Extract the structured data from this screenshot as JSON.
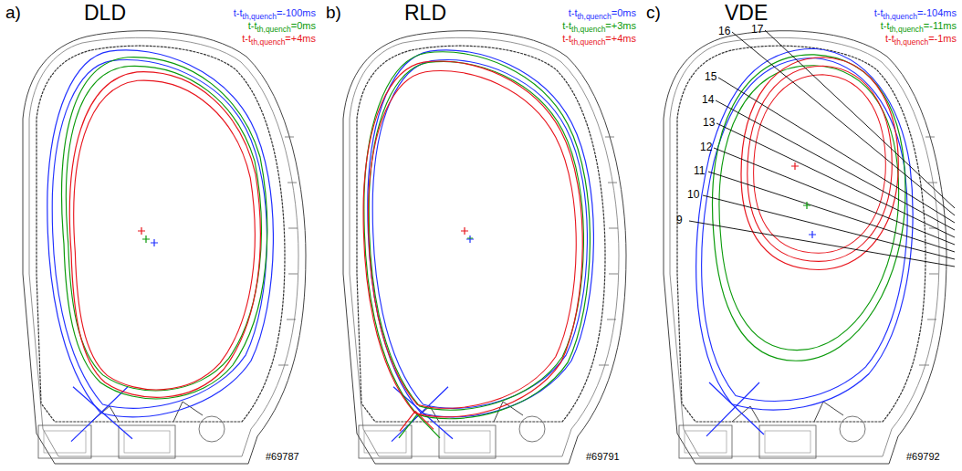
{
  "diagram": {
    "labels": [
      "a)",
      "DLD",
      "t-t",
      "th,quench",
      "=-100ms",
      "t-t",
      "th,quench",
      "=0ms",
      "t-t",
      "th,quench",
      "=+4ms",
      "#69787",
      "b)",
      "RLD",
      "t-t",
      "th,quench",
      "=0ms",
      "t-t",
      "th,quench",
      "=+3ms",
      "t-t",
      "th,quench",
      "=+4ms",
      "#69791",
      "c)",
      "VDE",
      "t-t",
      "th,quench",
      "=-104ms",
      "t-t",
      "th,quench",
      "=-11ms",
      "t-t",
      "th,quench",
      "=-1ms",
      "9",
      "10",
      "11",
      "12",
      "13",
      "14",
      "15",
      "16",
      "17",
      "#69792"
    ]
  }
}
